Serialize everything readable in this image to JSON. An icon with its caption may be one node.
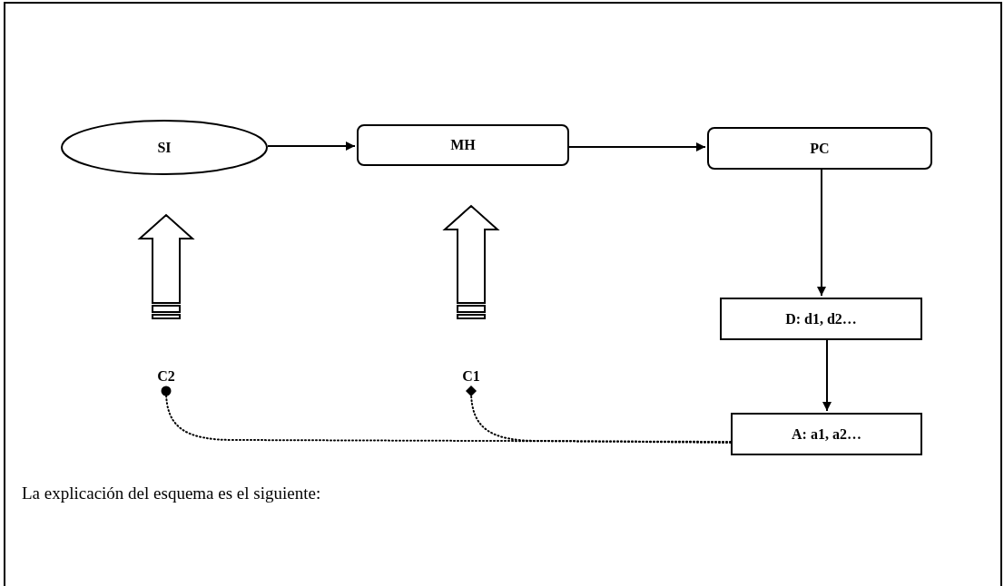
{
  "diagram": {
    "nodes": [
      {
        "text": [
          "SI"
        ]
      },
      {
        "text": [
          "MH"
        ]
      },
      {
        "text": [
          "PC"
        ]
      },
      {
        "text": [
          "D: d1, d2…"
        ]
      },
      {
        "text": [
          "A: a1, a2…"
        ]
      },
      {
        "text": [
          "C2"
        ]
      },
      {
        "text": [
          "C1"
        ]
      }
    ],
    "edges": [
      {
        "from": 0,
        "to": 1,
        "arrow": "to"
      },
      {
        "from": 1,
        "to": 2,
        "arrow": "to"
      },
      {
        "from": 2,
        "to": 3,
        "arrow": "to"
      },
      {
        "from": 3,
        "to": 4,
        "arrow": "to"
      },
      {
        "from": 5,
        "to": 0,
        "arrow": "to",
        "style": "thick"
      },
      {
        "from": 6,
        "to": 1,
        "arrow": "to",
        "style": "thick"
      },
      {
        "from": 4,
        "to": 5,
        "arrow": "other",
        "style": "dashed"
      },
      {
        "from": 4,
        "to": 6,
        "arrow": "other",
        "style": "dashed"
      }
    ],
    "labels": [
      "La explicación del esquema es el siguiente:"
    ]
  }
}
